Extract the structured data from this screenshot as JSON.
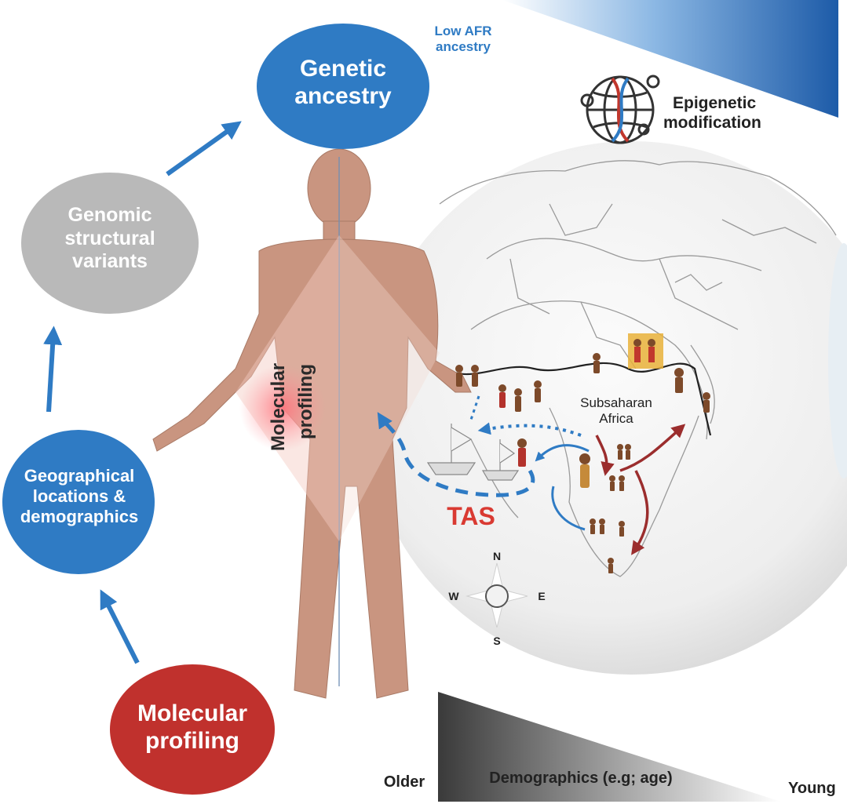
{
  "nodes": {
    "genetic_ancestry": {
      "line1": "Genetic",
      "line2": "ancestry"
    },
    "genomic_sv": {
      "line1": "Genomic",
      "line2": "structural",
      "line3": "variants"
    },
    "geographical": {
      "line1": "Geographical",
      "line2": "locations &",
      "line3": "demographics"
    },
    "molecular_profiling": {
      "line1": "Molecular",
      "line2": "profiling"
    }
  },
  "top_gradient": {
    "label_line1": "Low AFR",
    "label_line2": "ancestry"
  },
  "epigenetic": {
    "line1": "Epigenetic",
    "line2": "modification"
  },
  "body_label": {
    "line1": "Molecular",
    "line2": "profiling"
  },
  "map": {
    "region_line1": "Subsaharan",
    "region_line2": "Africa",
    "tas_label": "TAS"
  },
  "compass": {
    "north": "N",
    "south": "S",
    "east": "E",
    "west": "W"
  },
  "demographics_bar": {
    "left_label": "Older",
    "center_label": "Demographics (e.g; age)",
    "right_label": "Young"
  },
  "colors": {
    "blue": "#2f7bc4",
    "gray_node": "#b9b9b9",
    "red_node": "#c0312d",
    "tas_red": "#d93a32",
    "skin": "#c99580",
    "migration_red": "#9b2d2d",
    "dark_blue": "#1f5fae"
  }
}
